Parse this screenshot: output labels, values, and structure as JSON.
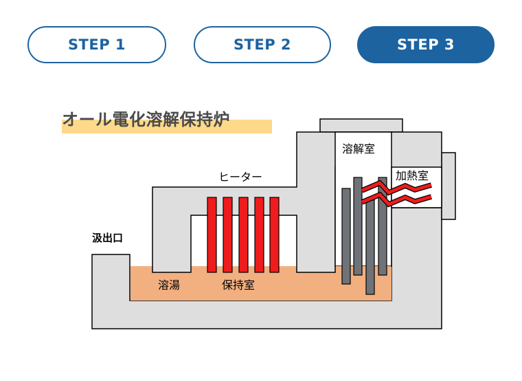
{
  "steps": [
    {
      "label": "STEP 1",
      "active": false
    },
    {
      "label": "STEP 2",
      "active": false
    },
    {
      "label": "STEP 3",
      "active": true
    }
  ],
  "title": "オール電化溶解保持炉",
  "labels": {
    "outlet": "汲出口",
    "heater": "ヒーター",
    "melting_chamber": "溶解室",
    "heating_chamber": "加熱室",
    "molten_metal": "溶湯",
    "holding_chamber": "保持室"
  },
  "colors": {
    "accent": "#1c63a0",
    "furnace_body": "#dedede",
    "molten_metal": "#f2b080",
    "heater": "#ee1c1c",
    "electrode": "#6f7378",
    "title_highlight": "#ffd98a"
  }
}
